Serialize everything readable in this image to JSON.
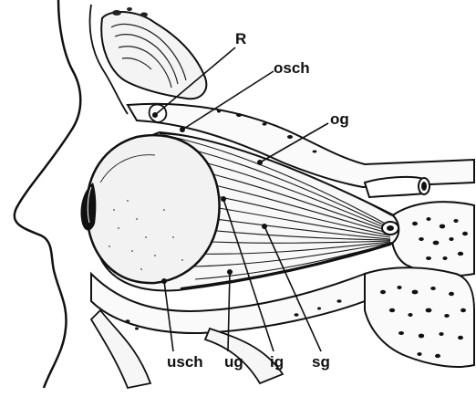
{
  "figure": {
    "labels": {
      "R": "R",
      "osch": "osch",
      "og": "og",
      "usch": "usch",
      "ug": "ug",
      "ig": "ig",
      "sg": "sg"
    }
  }
}
